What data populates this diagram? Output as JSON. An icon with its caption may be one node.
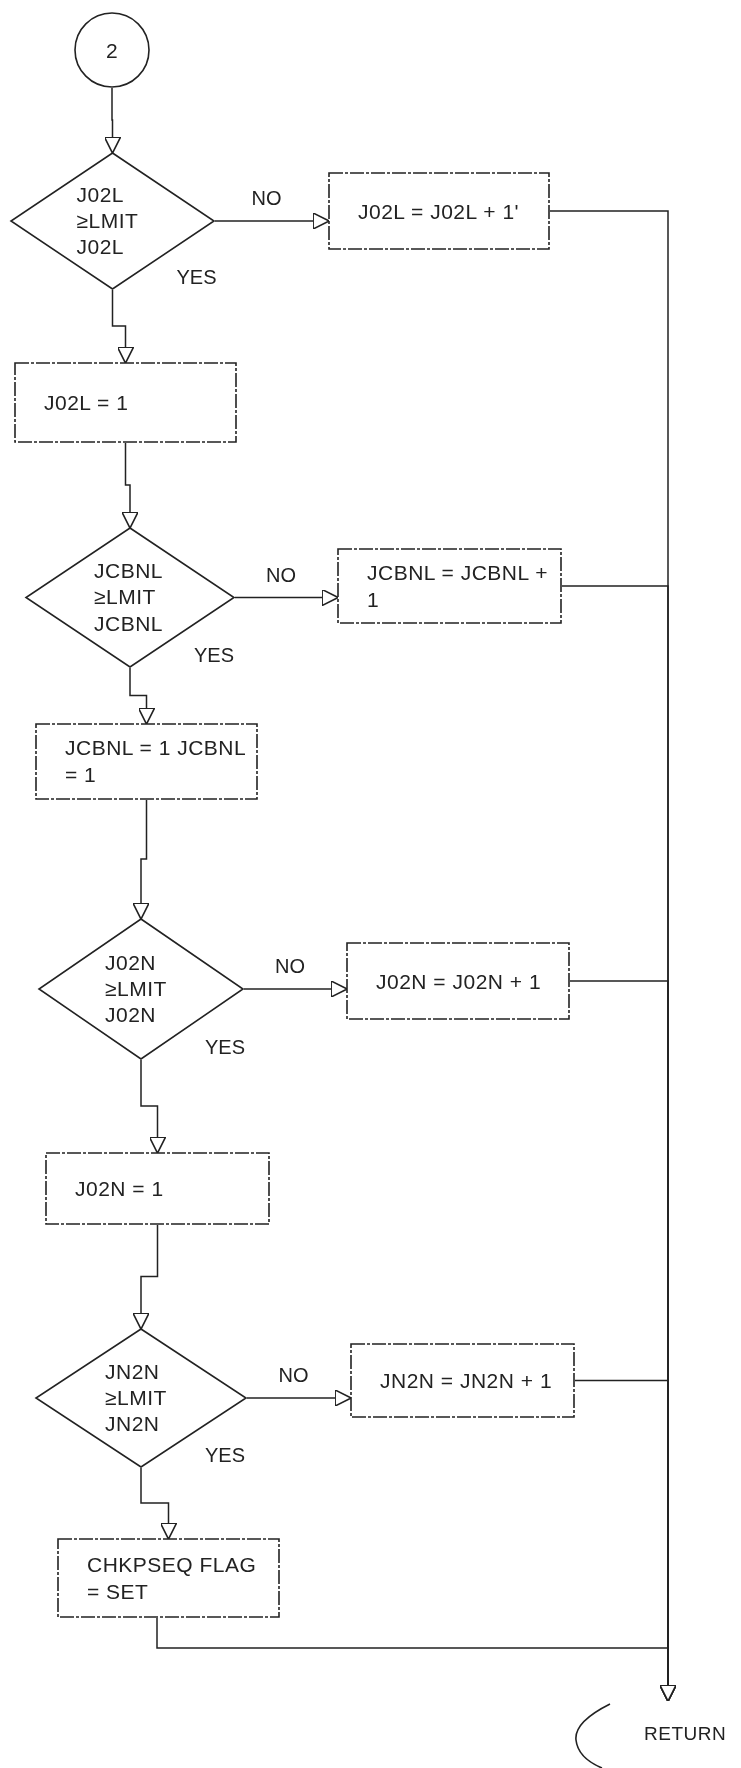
{
  "diagram": {
    "nodes": [
      {
        "text": [
          "2"
        ]
      },
      {
        "text": [
          "J02L ≥LMIT J02L"
        ]
      },
      {
        "text": [
          "J02L = J02L + 1'"
        ]
      },
      {
        "text": [
          "J02L = 1"
        ]
      },
      {
        "text": [
          "JCBNL ≥LMIT JCBNL"
        ]
      },
      {
        "text": [
          "JCBNL = JCBNL + 1"
        ]
      },
      {
        "text": [
          "JCBNL = 1 JCBNL = 1"
        ]
      },
      {
        "text": [
          "J02N ≥LMIT J02N"
        ]
      },
      {
        "text": [
          "J02N = J02N + 1"
        ]
      },
      {
        "text": [
          "J02N = 1"
        ]
      },
      {
        "text": [
          "JN2N ≥LMIT JN2N"
        ]
      },
      {
        "text": [
          "JN2N = JN2N + 1"
        ]
      },
      {
        "text": [
          "CHKPSEQ FLAG = SET"
        ]
      },
      {
        "text": [
          "RETURN"
        ]
      }
    ],
    "edges": [
      {
        "from": 0,
        "to": 1,
        "arrow": "to"
      },
      {
        "from": 1,
        "to": 2,
        "arrow": "to",
        "label": "NO"
      },
      {
        "from": 1,
        "to": 3,
        "arrow": "to",
        "label": "YES"
      },
      {
        "from": 2,
        "to": 13,
        "arrow": "to"
      },
      {
        "from": 3,
        "to": 4,
        "arrow": "to"
      },
      {
        "from": 4,
        "to": 5,
        "arrow": "to",
        "label": "NO"
      },
      {
        "from": 4,
        "to": 6,
        "arrow": "to",
        "label": "YES"
      },
      {
        "from": 5,
        "to": 13,
        "arrow": "to"
      },
      {
        "from": 6,
        "to": 7,
        "arrow": "to"
      },
      {
        "from": 7,
        "to": 8,
        "arrow": "to",
        "label": "NO"
      },
      {
        "from": 7,
        "to": 9,
        "arrow": "to",
        "label": "YES"
      },
      {
        "from": 8,
        "to": 13,
        "arrow": "to"
      },
      {
        "from": 9,
        "to": 10,
        "arrow": "to"
      },
      {
        "from": 10,
        "to": 11,
        "arrow": "to",
        "label": "NO"
      },
      {
        "from": 10,
        "to": 12,
        "arrow": "to",
        "label": "YES"
      },
      {
        "from": 11,
        "to": 13,
        "arrow": "to"
      },
      {
        "from": 12,
        "to": 13,
        "arrow": "to"
      }
    ]
  }
}
